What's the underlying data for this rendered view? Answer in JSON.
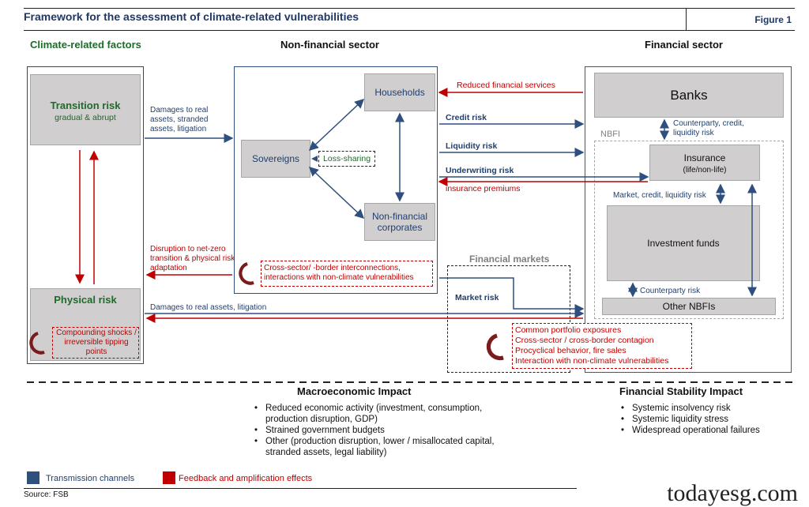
{
  "header": {
    "title": "Framework for the assessment of climate-related vulnerabilities",
    "figure": "Figure 1"
  },
  "columns": {
    "left": "Climate-related factors",
    "middle": "Non-financial sector",
    "right": "Financial sector"
  },
  "climate": {
    "transition_title": "Transition risk",
    "transition_sub": "gradual & abrupt",
    "physical_title": "Physical risk",
    "compounding": "Compounding shocks / irreversible tipping points"
  },
  "nonfin": {
    "households": "Households",
    "sovereigns": "Sovereigns",
    "loss_sharing": "Loss-sharing",
    "corporates": "Non-financial corporates",
    "cross_sector": "Cross-sector/ -border interconnections, interactions with non-climate vulnerabilities"
  },
  "arrows": {
    "damages_stranded": "Damages to real assets, stranded assets, litigation",
    "disruption": "Disruption to net-zero transition & physical risk adaptation",
    "damages_litigation": "Damages to real assets, litigation",
    "reduced_services": "Reduced financial services",
    "credit_risk": "Credit risk",
    "liquidity_risk": "Liquidity risk",
    "underwriting_risk": "Underwriting risk",
    "insurance_premiums": "insurance premiums",
    "market_risk": "Market risk"
  },
  "financial": {
    "banks": "Banks",
    "nbfi": "NBFI",
    "counterparty_credit": "Counterparty, credit, liquidity risk",
    "insurance": "Insurance",
    "insurance_sub": "(life/non-life)",
    "market_credit_liq": "Market, credit, liquidity risk",
    "investment_funds": "Investment funds",
    "counterparty_risk": "Counterparty risk",
    "other_nbfis": "Other NBFIs"
  },
  "markets": {
    "title": "Financial markets",
    "effects": [
      "Common portfolio exposures",
      "Cross-sector / cross-border contagion",
      "Procyclical behavior, fire sales",
      "Interaction with non-climate vulnerabilities"
    ]
  },
  "impact": {
    "macro_title": "Macroeconomic Impact",
    "macro_items": [
      "Reduced economic activity (investment, consumption, production disruption, GDP)",
      "Strained government budgets",
      "Other (production disruption, lower / misallocated capital, stranded assets, legal liability)"
    ],
    "fin_title": "Financial Stability Impact",
    "fin_items": [
      "Systemic insolvency risk",
      "Systemic liquidity stress",
      "Widespread operational failures"
    ]
  },
  "legend": {
    "transmission": "Transmission channels",
    "feedback": "Feedback and amplification effects"
  },
  "source": "Source: FSB",
  "watermark": "todayesg.com",
  "colors": {
    "blue": "#2f4f7f",
    "red": "#c00000",
    "green": "#1e6b2a",
    "gray_box": "#d0cece"
  }
}
